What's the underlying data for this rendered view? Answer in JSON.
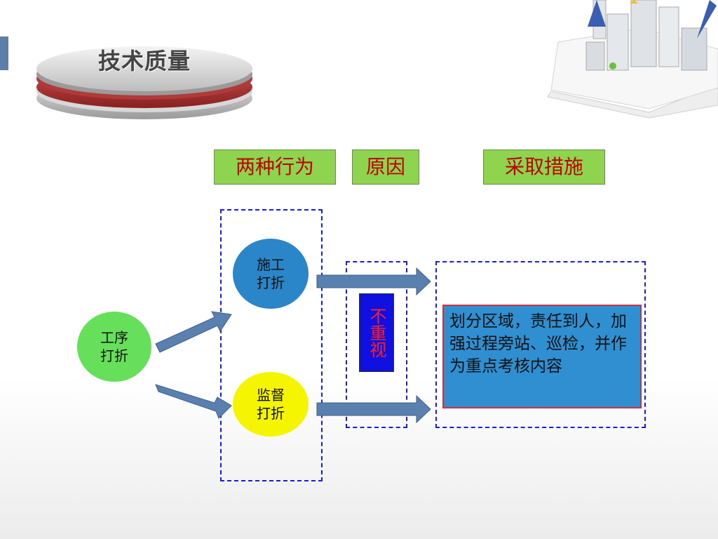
{
  "title": "技术质量",
  "headers": {
    "behaviors": "两种行为",
    "reason": "原因",
    "measures": "采取措施"
  },
  "nodes": {
    "process": "工序\n打折",
    "construction": "施工\n打折",
    "supervision": "监督\n打折"
  },
  "reason_text": "不重视",
  "measure_text": "划分区域，责任到人，加强过程旁站、巡检，并作为重点考核内容",
  "colors": {
    "header_bg": "#8ed44e",
    "header_text": "#c00000",
    "process_circle": "#66e05a",
    "construction_circle": "#2a86c9",
    "supervision_circle": "#f5f500",
    "reason_bg": "#1010e0",
    "reason_text": "#ff2020",
    "measure_bg": "#2f8fd0",
    "measure_border": "#d03040",
    "arrow": "#5a80b0",
    "dash_border": "#1a1ae6"
  }
}
